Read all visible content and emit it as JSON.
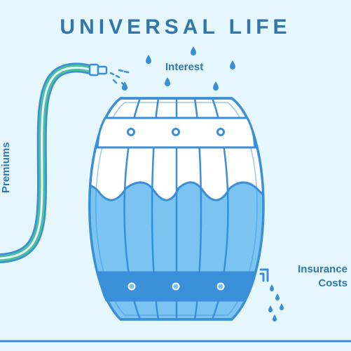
{
  "title": "UNIVERSAL LIFE",
  "labels": {
    "interest": "Interest",
    "premiums": "Premiums",
    "insurance_costs_line1": "Insurance",
    "insurance_costs_line2": "Costs"
  },
  "colors": {
    "background": "#e5f6fd",
    "outline": "#3a8fd8",
    "water": "#7bc4f2",
    "hose_green": "#4dbf9a",
    "text": "#2f77ad",
    "barrel_top": "#ffffff"
  }
}
